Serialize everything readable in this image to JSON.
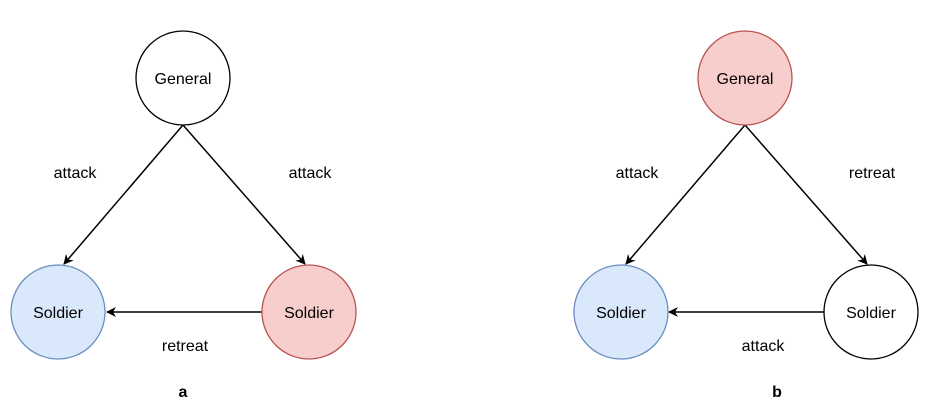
{
  "colors": {
    "white_fill": "#ffffff",
    "white_stroke": "#000000",
    "blue_fill": "#dae8fc",
    "blue_stroke": "#6c8ebf",
    "red_fill": "#f8cecc",
    "red_stroke": "#b85450"
  },
  "diagram_a": {
    "caption": "a",
    "general": {
      "label": "General",
      "color": "white"
    },
    "soldier_left": {
      "label": "Soldier",
      "color": "blue"
    },
    "soldier_right": {
      "label": "Soldier",
      "color": "red"
    },
    "edge_general_left": "attack",
    "edge_general_right": "attack",
    "edge_right_left": "retreat"
  },
  "diagram_b": {
    "caption": "b",
    "general": {
      "label": "General",
      "color": "red"
    },
    "soldier_left": {
      "label": "Soldier",
      "color": "blue"
    },
    "soldier_right": {
      "label": "Soldier",
      "color": "white"
    },
    "edge_general_left": "attack",
    "edge_general_right": "retreat",
    "edge_right_left": "attack"
  }
}
